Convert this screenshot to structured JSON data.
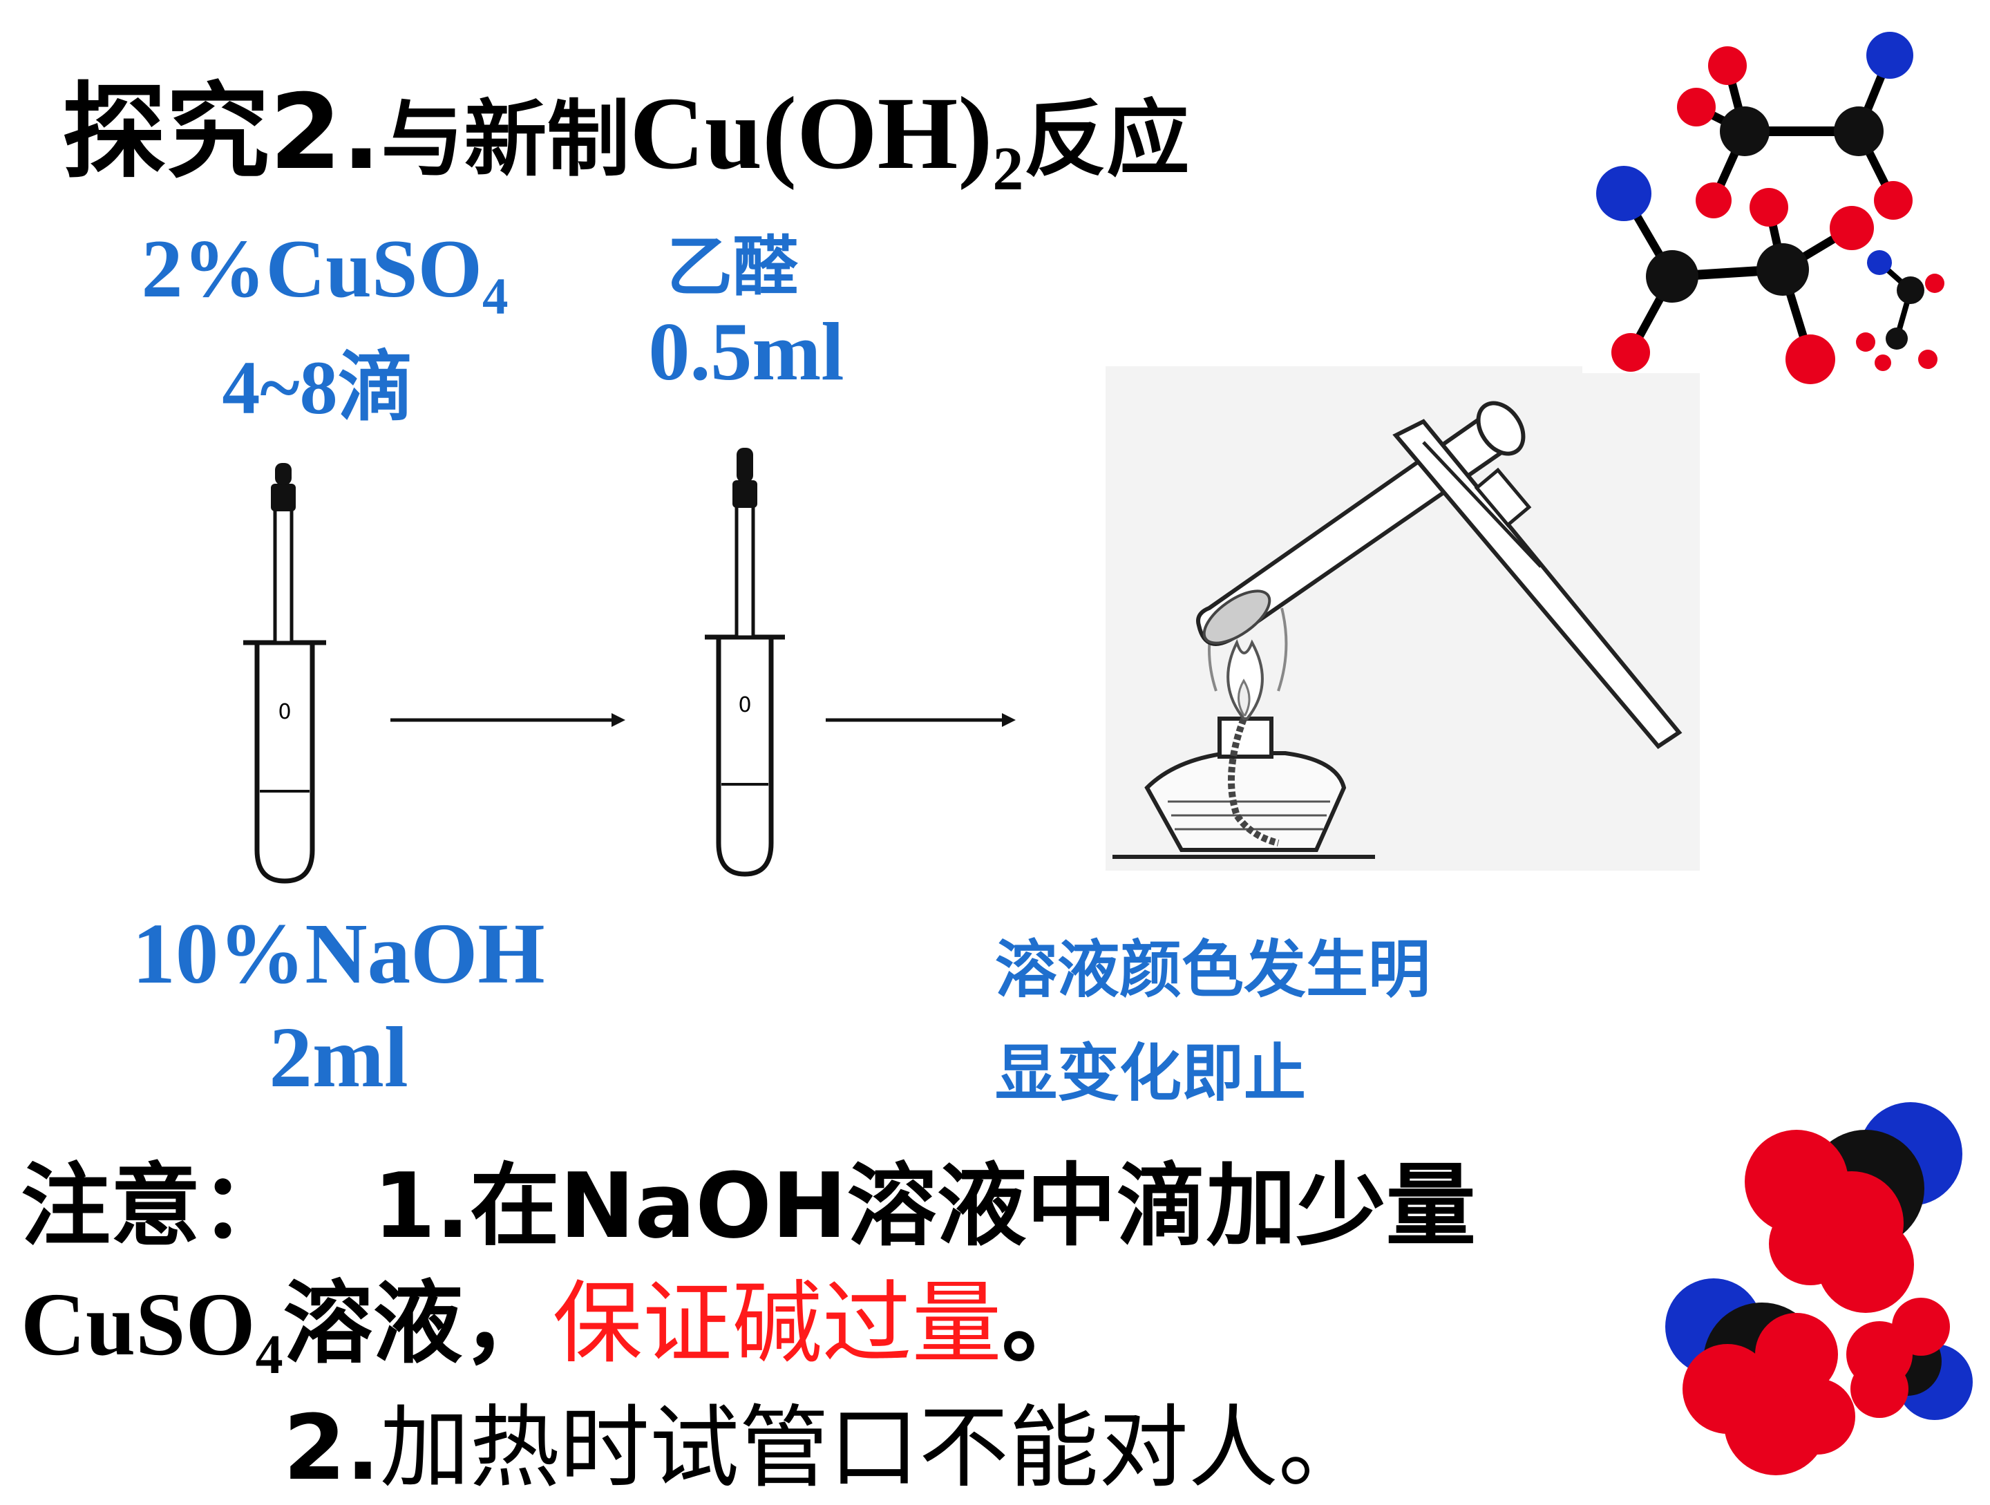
{
  "title": {
    "prefix": "探究2.",
    "middle": "与新制",
    "formula": "Cu(OH)",
    "formula_sub": "2",
    "suffix": "反应"
  },
  "reagent1": {
    "name": "2%CuSO",
    "sub": "4",
    "amount": "4~8滴"
  },
  "reagent2": {
    "name": "乙醛",
    "amount": "0.5ml"
  },
  "reagent3": {
    "name": "10%NaOH",
    "amount": "2ml"
  },
  "tube_mark": "0",
  "result": {
    "line1": "溶液颜色发生明",
    "line2": "显变化即止"
  },
  "notes": {
    "label": "注意：",
    "item1_num": "1.",
    "item1_text": "在NaOH溶液中滴加少量",
    "item1_cont_formula": "CuSO",
    "item1_cont_sub": "4",
    "item1_cont_text": "溶液，",
    "item1_emphasis": "保证碱过量",
    "item1_end": "。",
    "item2_num": "2.",
    "item2_text": "加热时试管口不能对人。"
  },
  "colors": {
    "blue_text": "#1f6fce",
    "red_text": "#ff1a1a",
    "atom_red": "#e8001c",
    "atom_blue": "#1230c8",
    "atom_black": "#111111"
  }
}
